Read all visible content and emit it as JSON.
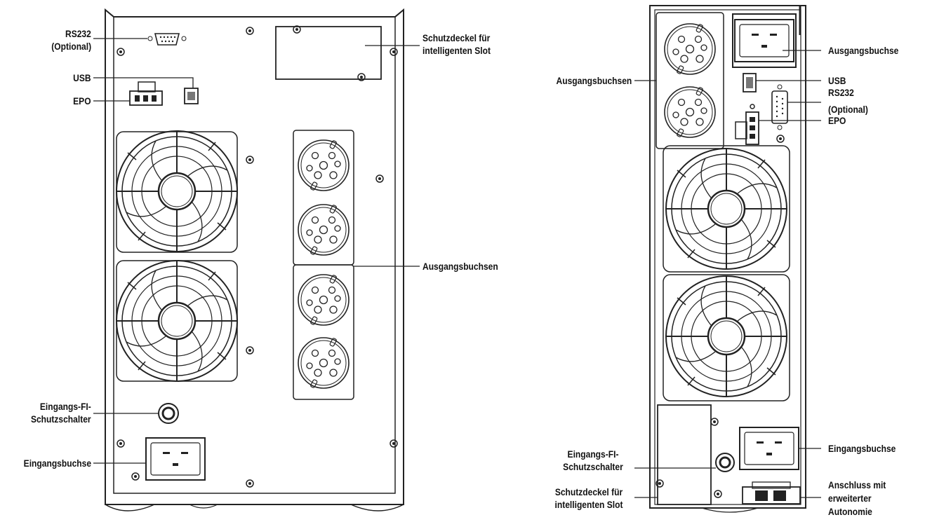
{
  "left_unit": {
    "rs232_label_1": "RS232",
    "rs232_label_2": "(Optional)",
    "usb_label": "USB",
    "epo_label": "EPO",
    "slot_cover_label_1": "Schutzdeckel für",
    "slot_cover_label_2": "intelligenten Slot",
    "output_sockets_label": "Ausgangsbuchsen",
    "breaker_label_1": "Eingangs-FI-",
    "breaker_label_2": "Schutzschalter",
    "input_socket_label": "Eingangsbuchse"
  },
  "right_unit": {
    "output_sockets_label": "Ausgangsbuchsen",
    "output_socket_label": "Ausgangsbuchse",
    "usb_label": "USB",
    "rs232_label_1": "RS232",
    "rs232_label_2": "(Optional)",
    "epo_label": "EPO",
    "breaker_label_1": "Eingangs-FI-",
    "breaker_label_2": "Schutzschalter",
    "slot_cover_label_1": "Schutzdeckel für",
    "slot_cover_label_2": "intelligenten Slot",
    "input_socket_label": "Eingangsbuchse",
    "ext_battery_label_1": "Anschluss mit",
    "ext_battery_label_2": "erweiterter",
    "ext_battery_label_3": "Autonomie"
  },
  "colors": {
    "line": "#222222",
    "background": "#ffffff",
    "text": "#111111"
  }
}
